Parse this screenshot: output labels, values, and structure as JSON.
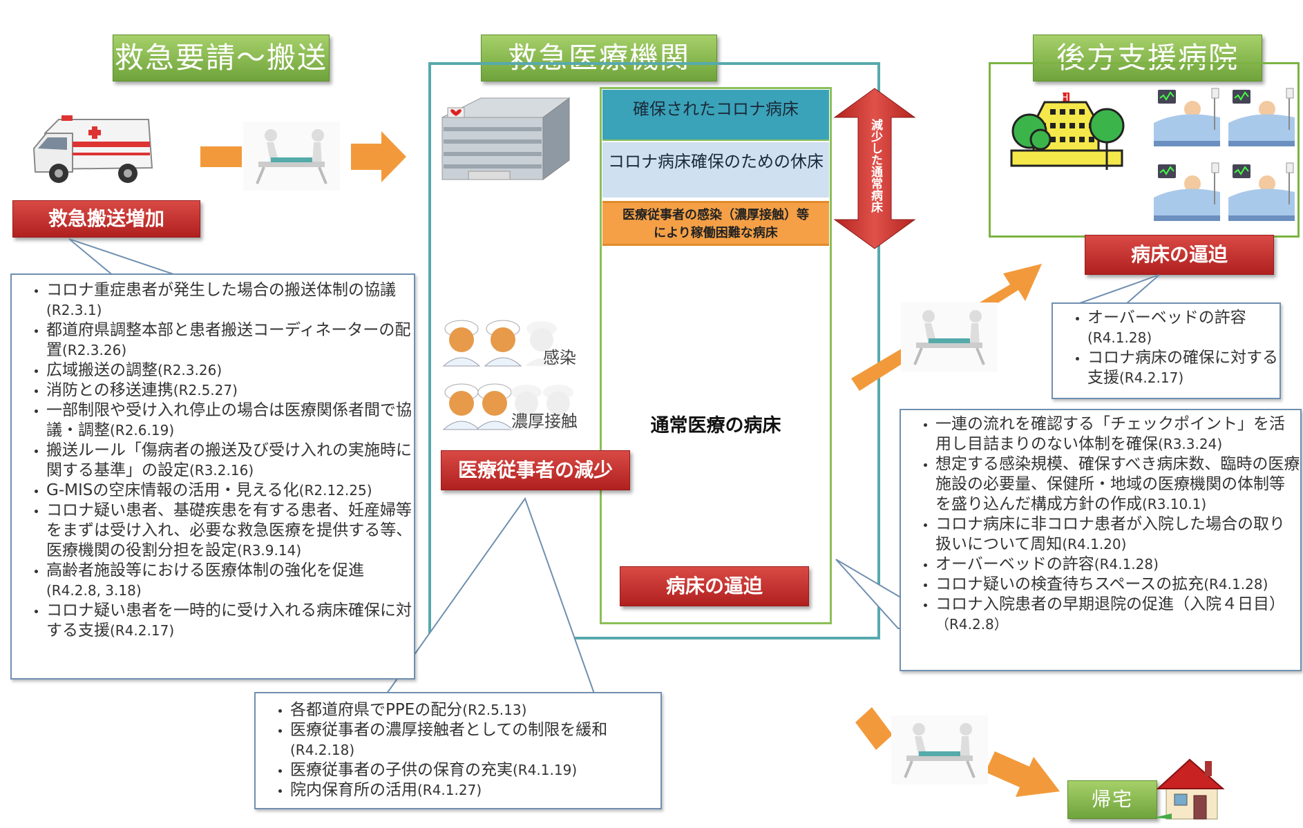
{
  "headers": {
    "transport": "救急要請〜搬送",
    "emergency": "救急医療機関",
    "support": "後方支援病院"
  },
  "badges": {
    "transport_increase": "救急搬送増加",
    "staff_decrease": "医療従事者の減少",
    "bed_pressure_center": "病床の逼迫",
    "bed_pressure_support": "病床の逼迫",
    "home": "帰宅"
  },
  "ward": {
    "secured_beds": "確保されたコロナ病床",
    "closed_beds": "コロナ病床確保のための休床",
    "infection_beds_line1": "医療従事者の感染（濃厚接触）等",
    "infection_beds_line2": "により稼働困難な病床",
    "normal_beds": "通常医療の病床",
    "reduced_beds": "減少した通常病床"
  },
  "staff_labels": {
    "infected": "感染",
    "close_contact": "濃厚接触"
  },
  "callouts": {
    "transport": [
      {
        "text": "コロナ重症患者が発生した場合の搬送体制の協議",
        "date": "(R2.3.1)"
      },
      {
        "text": "都道府県調整本部と患者搬送コーディネーターの配置",
        "date": "(R2.3.26)"
      },
      {
        "text": "広域搬送の調整",
        "date": "(R2.3.26)"
      },
      {
        "text": "消防との移送連携",
        "date": "(R2.5.27)"
      },
      {
        "text": "一部制限や受け入れ停止の場合は医療関係者間で協議・調整",
        "date": "(R2.6.19)"
      },
      {
        "text": "搬送ルール「傷病者の搬送及び受け入れの実施時に関する基準」の設定",
        "date": "(R3.2.16)"
      },
      {
        "text": "G-MISの空床情報の活用・見える化",
        "date": "(R2.12.25)"
      },
      {
        "text": "コロナ疑い患者、基礎疾患を有する患者、妊産婦等をまずは受け入れ、必要な救急医療を提供する等、医療機関の役割分担を設定",
        "date": "(R3.9.14)"
      },
      {
        "text": "高齢者施設等における医療体制の強化を促進",
        "date": "(R4.2.8, 3.18)"
      },
      {
        "text": "コロナ疑い患者を一時的に受け入れる病床確保に対する支援",
        "date": "(R4.2.17)"
      }
    ],
    "staff": [
      {
        "text": "各都道府県でPPEの配分",
        "date": "(R2.5.13)"
      },
      {
        "text": "医療従事者の濃厚接触者としての制限を緩和",
        "date": "(R4.2.18)"
      },
      {
        "text": "医療従事者の子供の保育の充実",
        "date": "(R4.1.19)"
      },
      {
        "text": "院内保育所の活用",
        "date": "(R4.1.27)"
      }
    ],
    "support": [
      {
        "text": "オーバーベッドの許容",
        "date": "(R4.1.28)"
      },
      {
        "text": "コロナ病床の確保に対する支援",
        "date": "(R4.2.17)"
      }
    ],
    "hospital": [
      {
        "text": "一連の流れを確認する「チェックポイント」を活用し目詰まりのない体制を確保",
        "date": "(R3.3.24)"
      },
      {
        "text": "想定する感染規模、確保すべき病床数、臨時の医療施設の必要量、保健所・地域の医療機関の体制等を盛り込んだ構成方針の作成",
        "date": "(R3.10.1)"
      },
      {
        "text": "コロナ病床に非コロナ患者が入院した場合の取り扱いについて周知",
        "date": "(R4.1.20)"
      },
      {
        "text": "オーバーベッドの許容",
        "date": "(R4.1.28)"
      },
      {
        "text": "コロナ疑いの検査待ちスペースの拡充",
        "date": "(R4.1.28)"
      },
      {
        "text": "コロナ入院患者の早期退院の促進（入院４日目）",
        "date": "（R4.2.8）"
      }
    ]
  },
  "colors": {
    "arrow": "#f29a3b",
    "green": "#7cb342",
    "red": "#c0302b",
    "teal": "#3ba3b9",
    "frame": "#57a9ad"
  }
}
